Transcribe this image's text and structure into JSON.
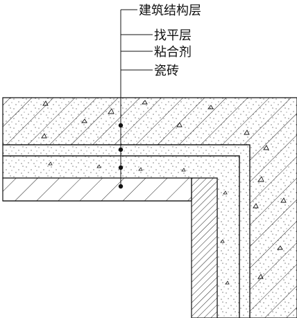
{
  "labels": {
    "structure": "建筑结构层",
    "leveling": "找平层",
    "adhesive": "粘合剂",
    "tile": "瓷砖"
  },
  "colors": {
    "line": "#111111",
    "background": "#ffffff"
  }
}
